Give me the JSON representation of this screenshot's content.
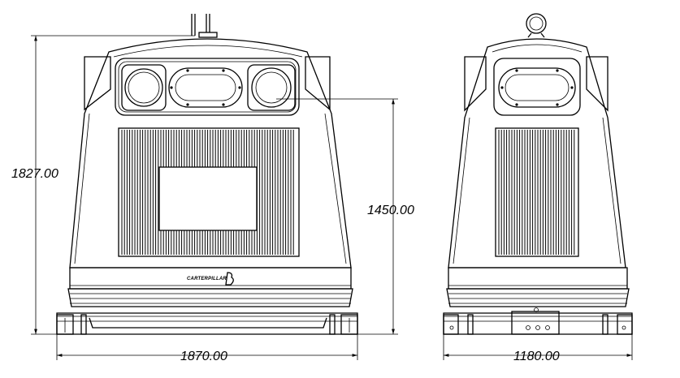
{
  "dimensions": {
    "total_height": "1827.00",
    "inner_height": "1450.00",
    "front_width": "1870.00",
    "side_width": "1180.00"
  },
  "logo": {
    "text": "CARTERPILLAR"
  },
  "colors": {
    "line": "#000000",
    "background": "#ffffff"
  }
}
